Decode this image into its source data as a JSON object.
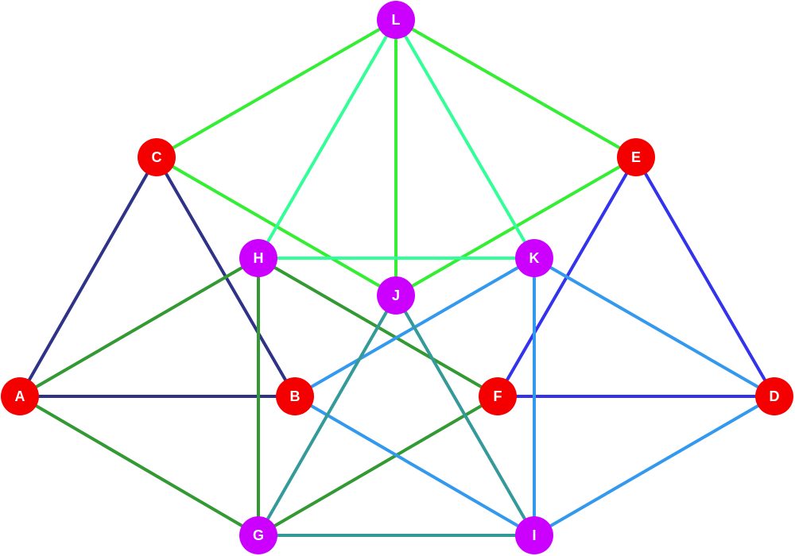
{
  "graph": {
    "node_colors": {
      "red": "#f40000",
      "purple": "#cc00ff"
    },
    "nodes": [
      {
        "id": "L",
        "label": "L",
        "color": "purple"
      },
      {
        "id": "C",
        "label": "C",
        "color": "red"
      },
      {
        "id": "E",
        "label": "E",
        "color": "red"
      },
      {
        "id": "H",
        "label": "H",
        "color": "purple"
      },
      {
        "id": "K",
        "label": "K",
        "color": "purple"
      },
      {
        "id": "J",
        "label": "J",
        "color": "purple"
      },
      {
        "id": "A",
        "label": "A",
        "color": "red"
      },
      {
        "id": "B",
        "label": "B",
        "color": "red"
      },
      {
        "id": "F",
        "label": "F",
        "color": "red"
      },
      {
        "id": "D",
        "label": "D",
        "color": "red"
      },
      {
        "id": "G",
        "label": "G",
        "color": "purple"
      },
      {
        "id": "I",
        "label": "I",
        "color": "purple"
      }
    ],
    "edges": [
      {
        "from": "L",
        "to": "C",
        "color": "#33ee33"
      },
      {
        "from": "L",
        "to": "E",
        "color": "#33ee33"
      },
      {
        "from": "C",
        "to": "J",
        "color": "#33ee33"
      },
      {
        "from": "E",
        "to": "J",
        "color": "#33ee33"
      },
      {
        "from": "L",
        "to": "J",
        "color": "#33ee33"
      },
      {
        "from": "L",
        "to": "H",
        "color": "#33ff99"
      },
      {
        "from": "L",
        "to": "K",
        "color": "#33ff99"
      },
      {
        "from": "H",
        "to": "K",
        "color": "#33ff99"
      },
      {
        "from": "C",
        "to": "A",
        "color": "#2e3388"
      },
      {
        "from": "C",
        "to": "B",
        "color": "#2e3388"
      },
      {
        "from": "A",
        "to": "B",
        "color": "#2e3388"
      },
      {
        "from": "E",
        "to": "F",
        "color": "#3333ee"
      },
      {
        "from": "E",
        "to": "D",
        "color": "#3333ee"
      },
      {
        "from": "F",
        "to": "D",
        "color": "#3333ee"
      },
      {
        "from": "H",
        "to": "A",
        "color": "#339933"
      },
      {
        "from": "H",
        "to": "F",
        "color": "#339933"
      },
      {
        "from": "H",
        "to": "G",
        "color": "#339933"
      },
      {
        "from": "A",
        "to": "G",
        "color": "#339933"
      },
      {
        "from": "F",
        "to": "G",
        "color": "#339933"
      },
      {
        "from": "K",
        "to": "B",
        "color": "#3399ee"
      },
      {
        "from": "K",
        "to": "D",
        "color": "#3399ee"
      },
      {
        "from": "K",
        "to": "I",
        "color": "#3399ee"
      },
      {
        "from": "B",
        "to": "I",
        "color": "#3399ee"
      },
      {
        "from": "D",
        "to": "I",
        "color": "#3399ee"
      },
      {
        "from": "J",
        "to": "G",
        "color": "#339999"
      },
      {
        "from": "J",
        "to": "I",
        "color": "#339999"
      },
      {
        "from": "G",
        "to": "I",
        "color": "#339999"
      }
    ]
  }
}
